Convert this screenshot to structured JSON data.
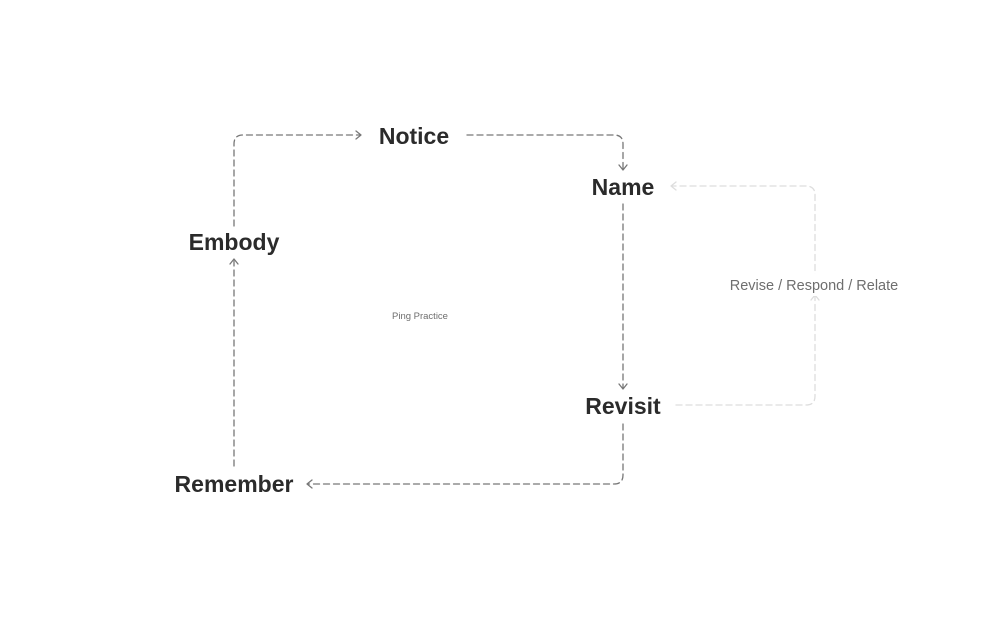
{
  "diagram": {
    "center_label": "Ping Practice",
    "nodes": {
      "notice": "Notice",
      "name": "Name",
      "revisit": "Revisit",
      "remember": "Remember",
      "embody": "Embody"
    },
    "side_label": "Revise / Respond / Relate"
  },
  "colors": {
    "text": "#2b2b2b",
    "edge": "#777777",
    "edge_faint": "#dddddd",
    "muted_text": "#6e6e6e"
  }
}
